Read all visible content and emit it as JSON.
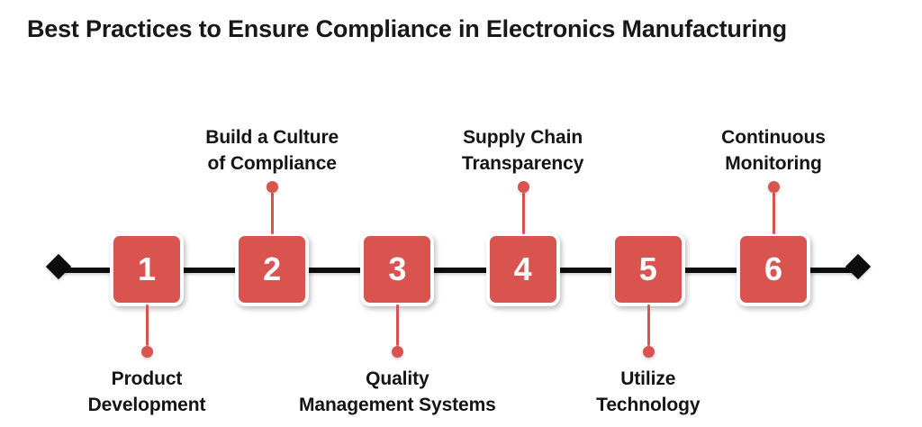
{
  "page": {
    "title": "Best Practices to Ensure Compliance in Electronics Manufacturing",
    "background_color": "#ffffff",
    "title_color": "#181818"
  },
  "theme": {
    "accent_red": "#d9534f",
    "axis_black": "#0d0d0d",
    "node_border": "#ffffff",
    "number_color": "#ffffff"
  },
  "timeline": {
    "endpoint_left_icon": "diamond-icon",
    "endpoint_right_icon": "diamond-icon",
    "steps": [
      {
        "number": "1",
        "label_line_1": "Product",
        "label_line_2": "Development",
        "label_position": "below"
      },
      {
        "number": "2",
        "label_line_1": "Build a Culture",
        "label_line_2": "of Compliance",
        "label_position": "above"
      },
      {
        "number": "3",
        "label_line_1": "Quality",
        "label_line_2": "Management Systems",
        "label_position": "below"
      },
      {
        "number": "4",
        "label_line_1": "Supply Chain",
        "label_line_2": "Transparency",
        "label_position": "above"
      },
      {
        "number": "5",
        "label_line_1": "Utilize",
        "label_line_2": "Technology",
        "label_position": "below"
      },
      {
        "number": "6",
        "label_line_1": "Continuous",
        "label_line_2": "Monitoring",
        "label_position": "above"
      }
    ]
  }
}
